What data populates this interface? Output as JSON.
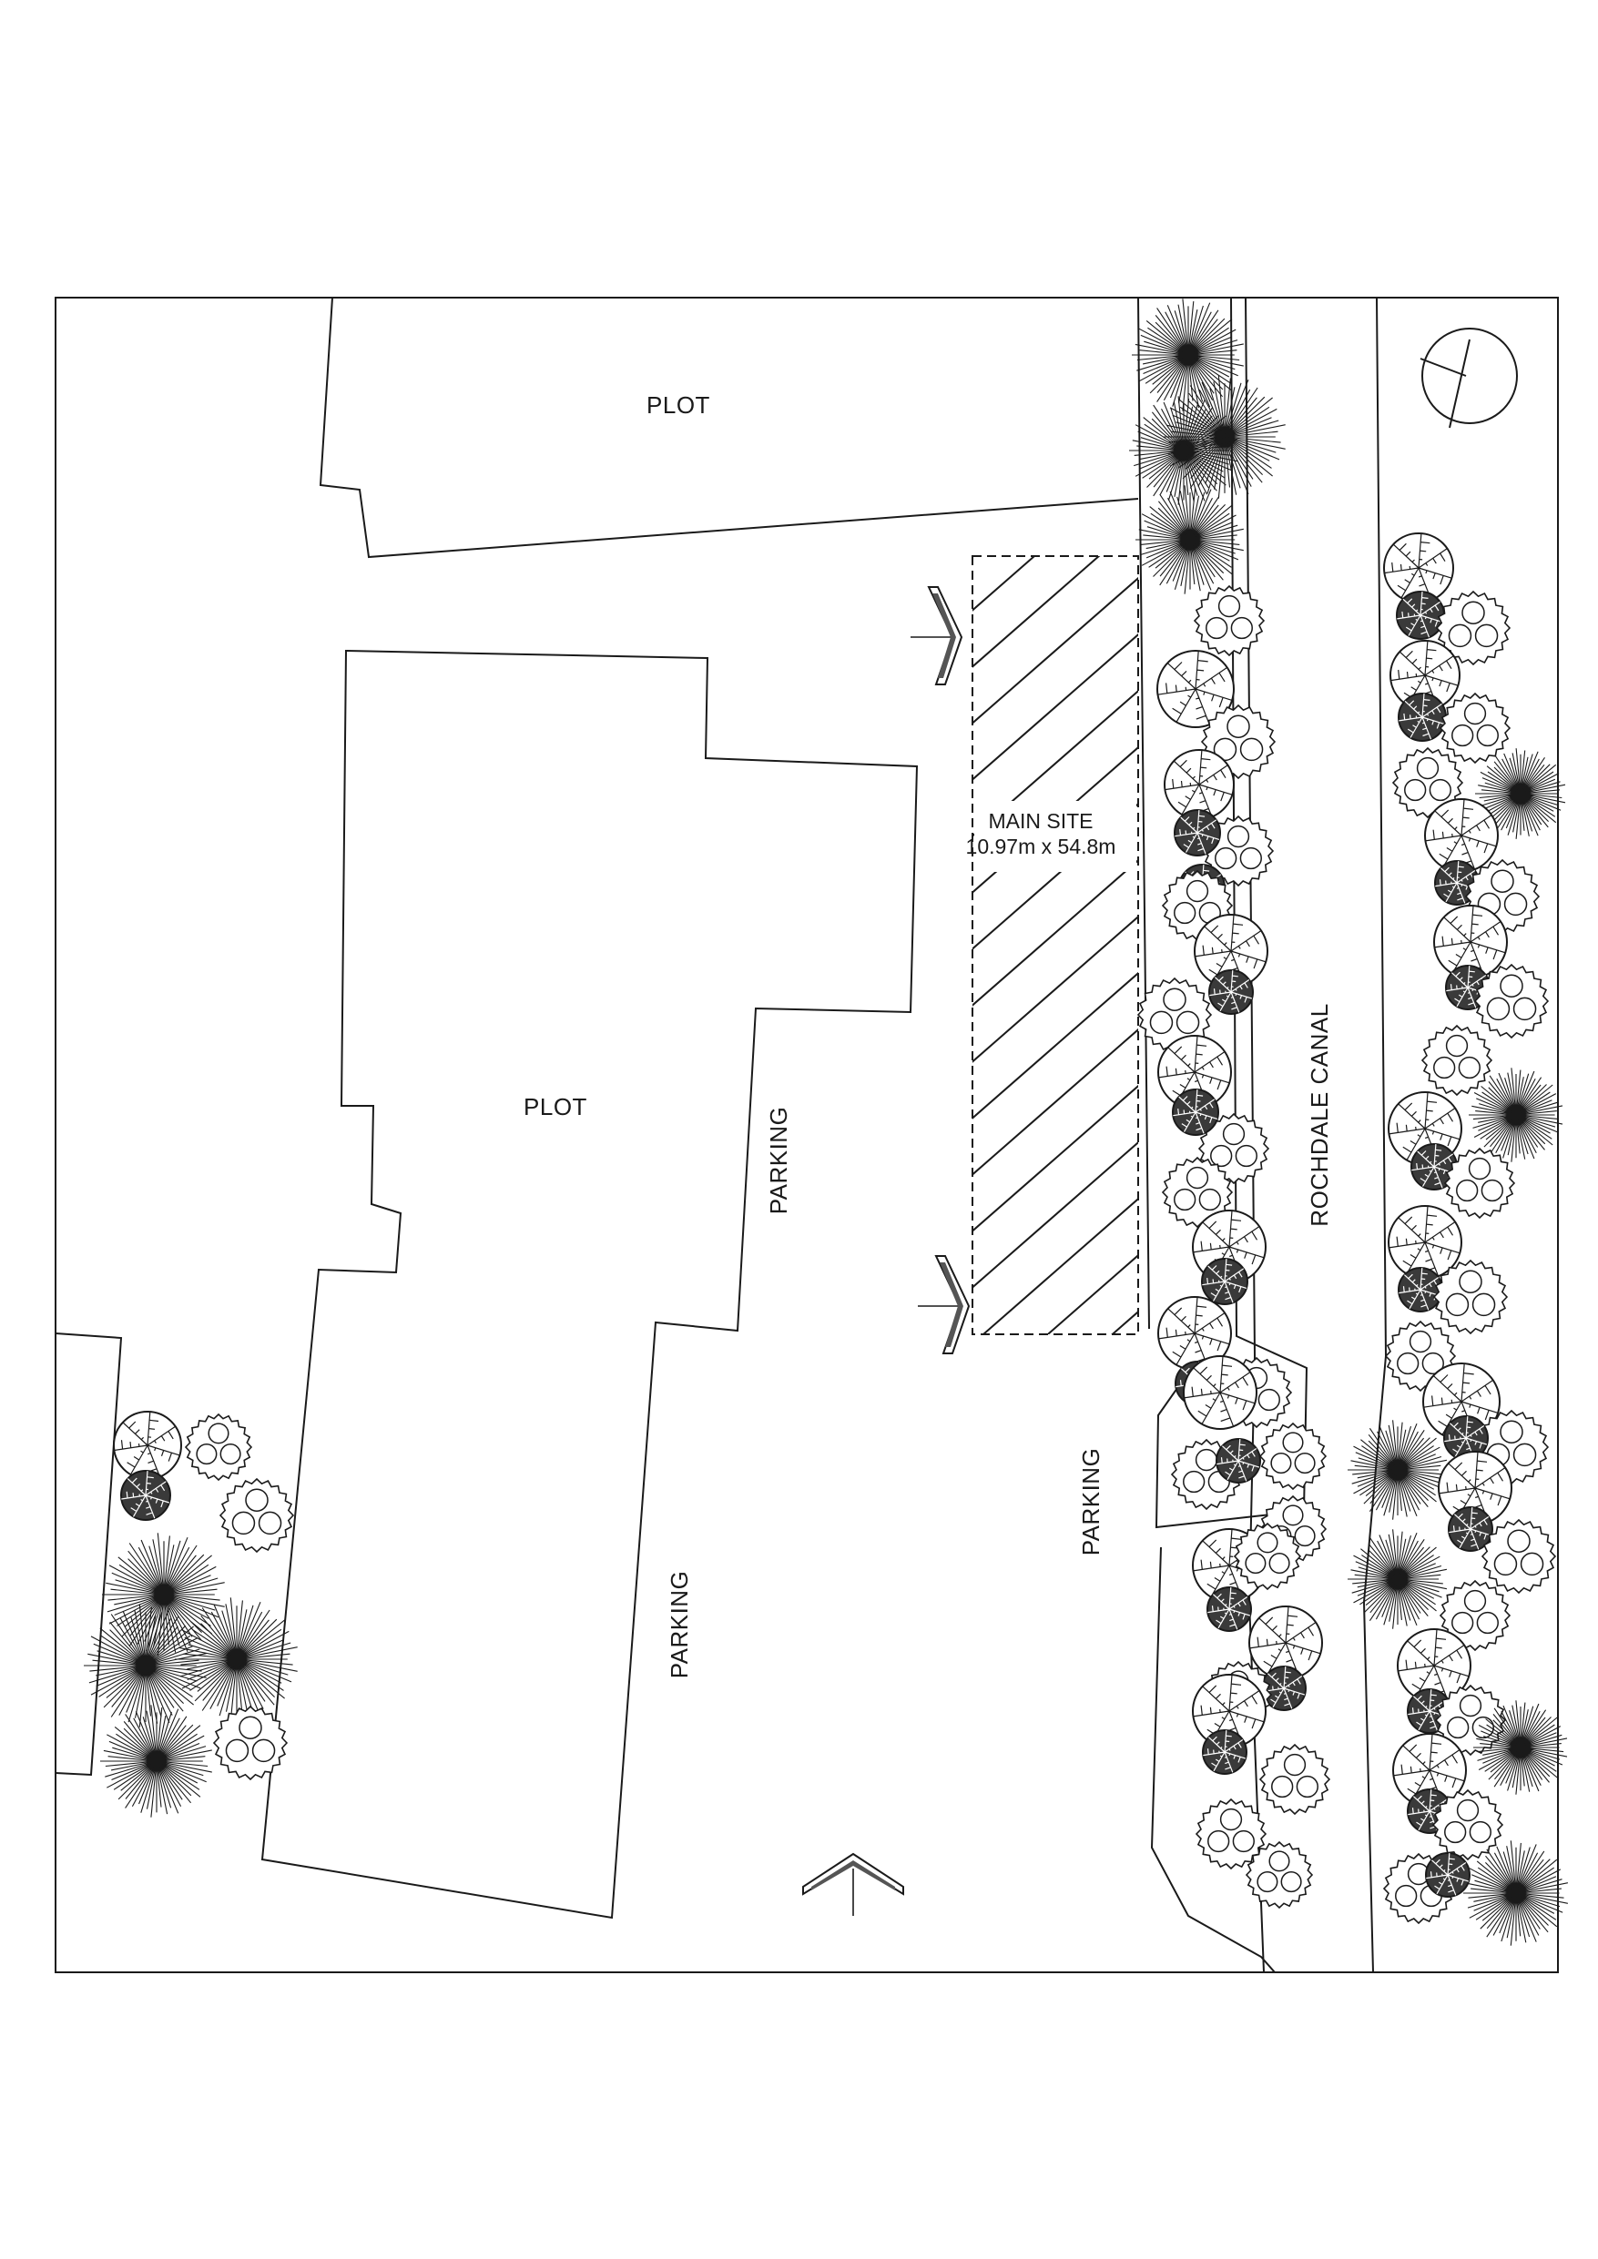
{
  "labels": {
    "plot_top": "PLOT",
    "plot_main": "PLOT",
    "parking_1": "PARKING",
    "parking_2": "PARKING",
    "parking_3": "PARKING",
    "main_site_title": "MAIN SITE",
    "main_site_dims": "10.97m x 54.8m",
    "canal": "ROCHDALE CANAL"
  },
  "icons": {
    "north_arrow": "north-arrow-icon",
    "section_marker": "section-arrow-icon",
    "tree": "tree-symbol-icon"
  },
  "colors": {
    "line": "#1a1a1a",
    "background": "#ffffff"
  }
}
